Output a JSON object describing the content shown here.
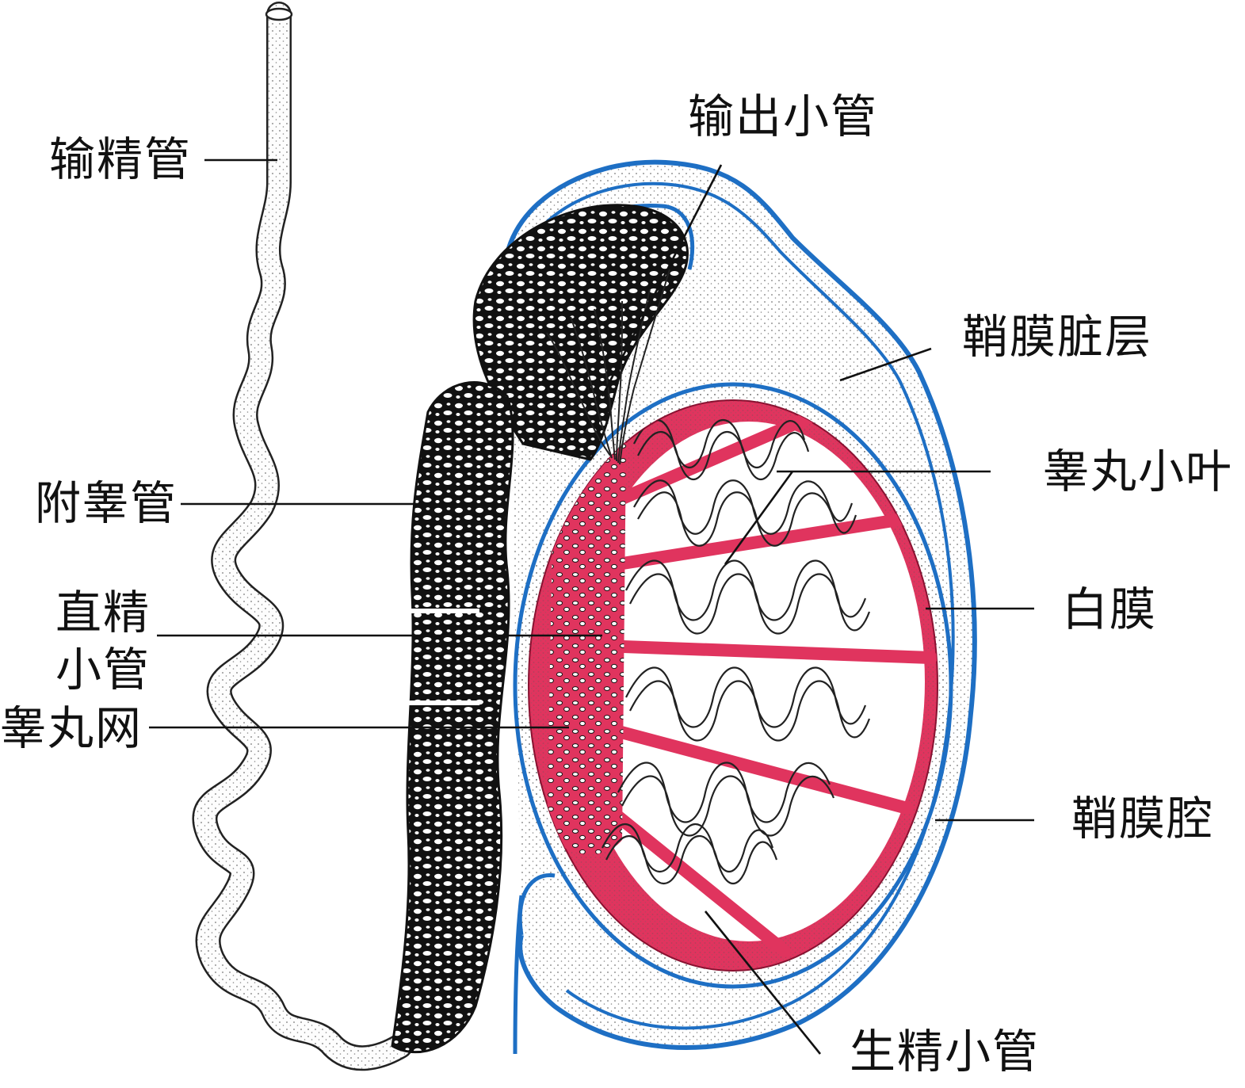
{
  "labels": {
    "vas_deferens": "输精管",
    "efferent_ductules": "输出小管",
    "visceral_tunica_vaginalis": "鞘膜脏层",
    "testis_lobule": "睾丸小叶",
    "epididymal_duct": "附睾管",
    "tunica_albuginea": "白膜",
    "straight_tubule_line1": "直精",
    "straight_tubule_line2": "小管",
    "rete_testis": "睾丸网",
    "tunica_vaginalis_cavity": "鞘膜腔",
    "seminiferous_tubule": "生精小管"
  },
  "colors": {
    "tunica_vaginalis": "#1e6fc4",
    "tunica_albuginea": "#e0345e",
    "tunica_albuginea_light": "#f06a8c",
    "epididymis": "#111111",
    "outline": "#222222",
    "leader": "#111111",
    "stipple": "#6b6b6b"
  }
}
